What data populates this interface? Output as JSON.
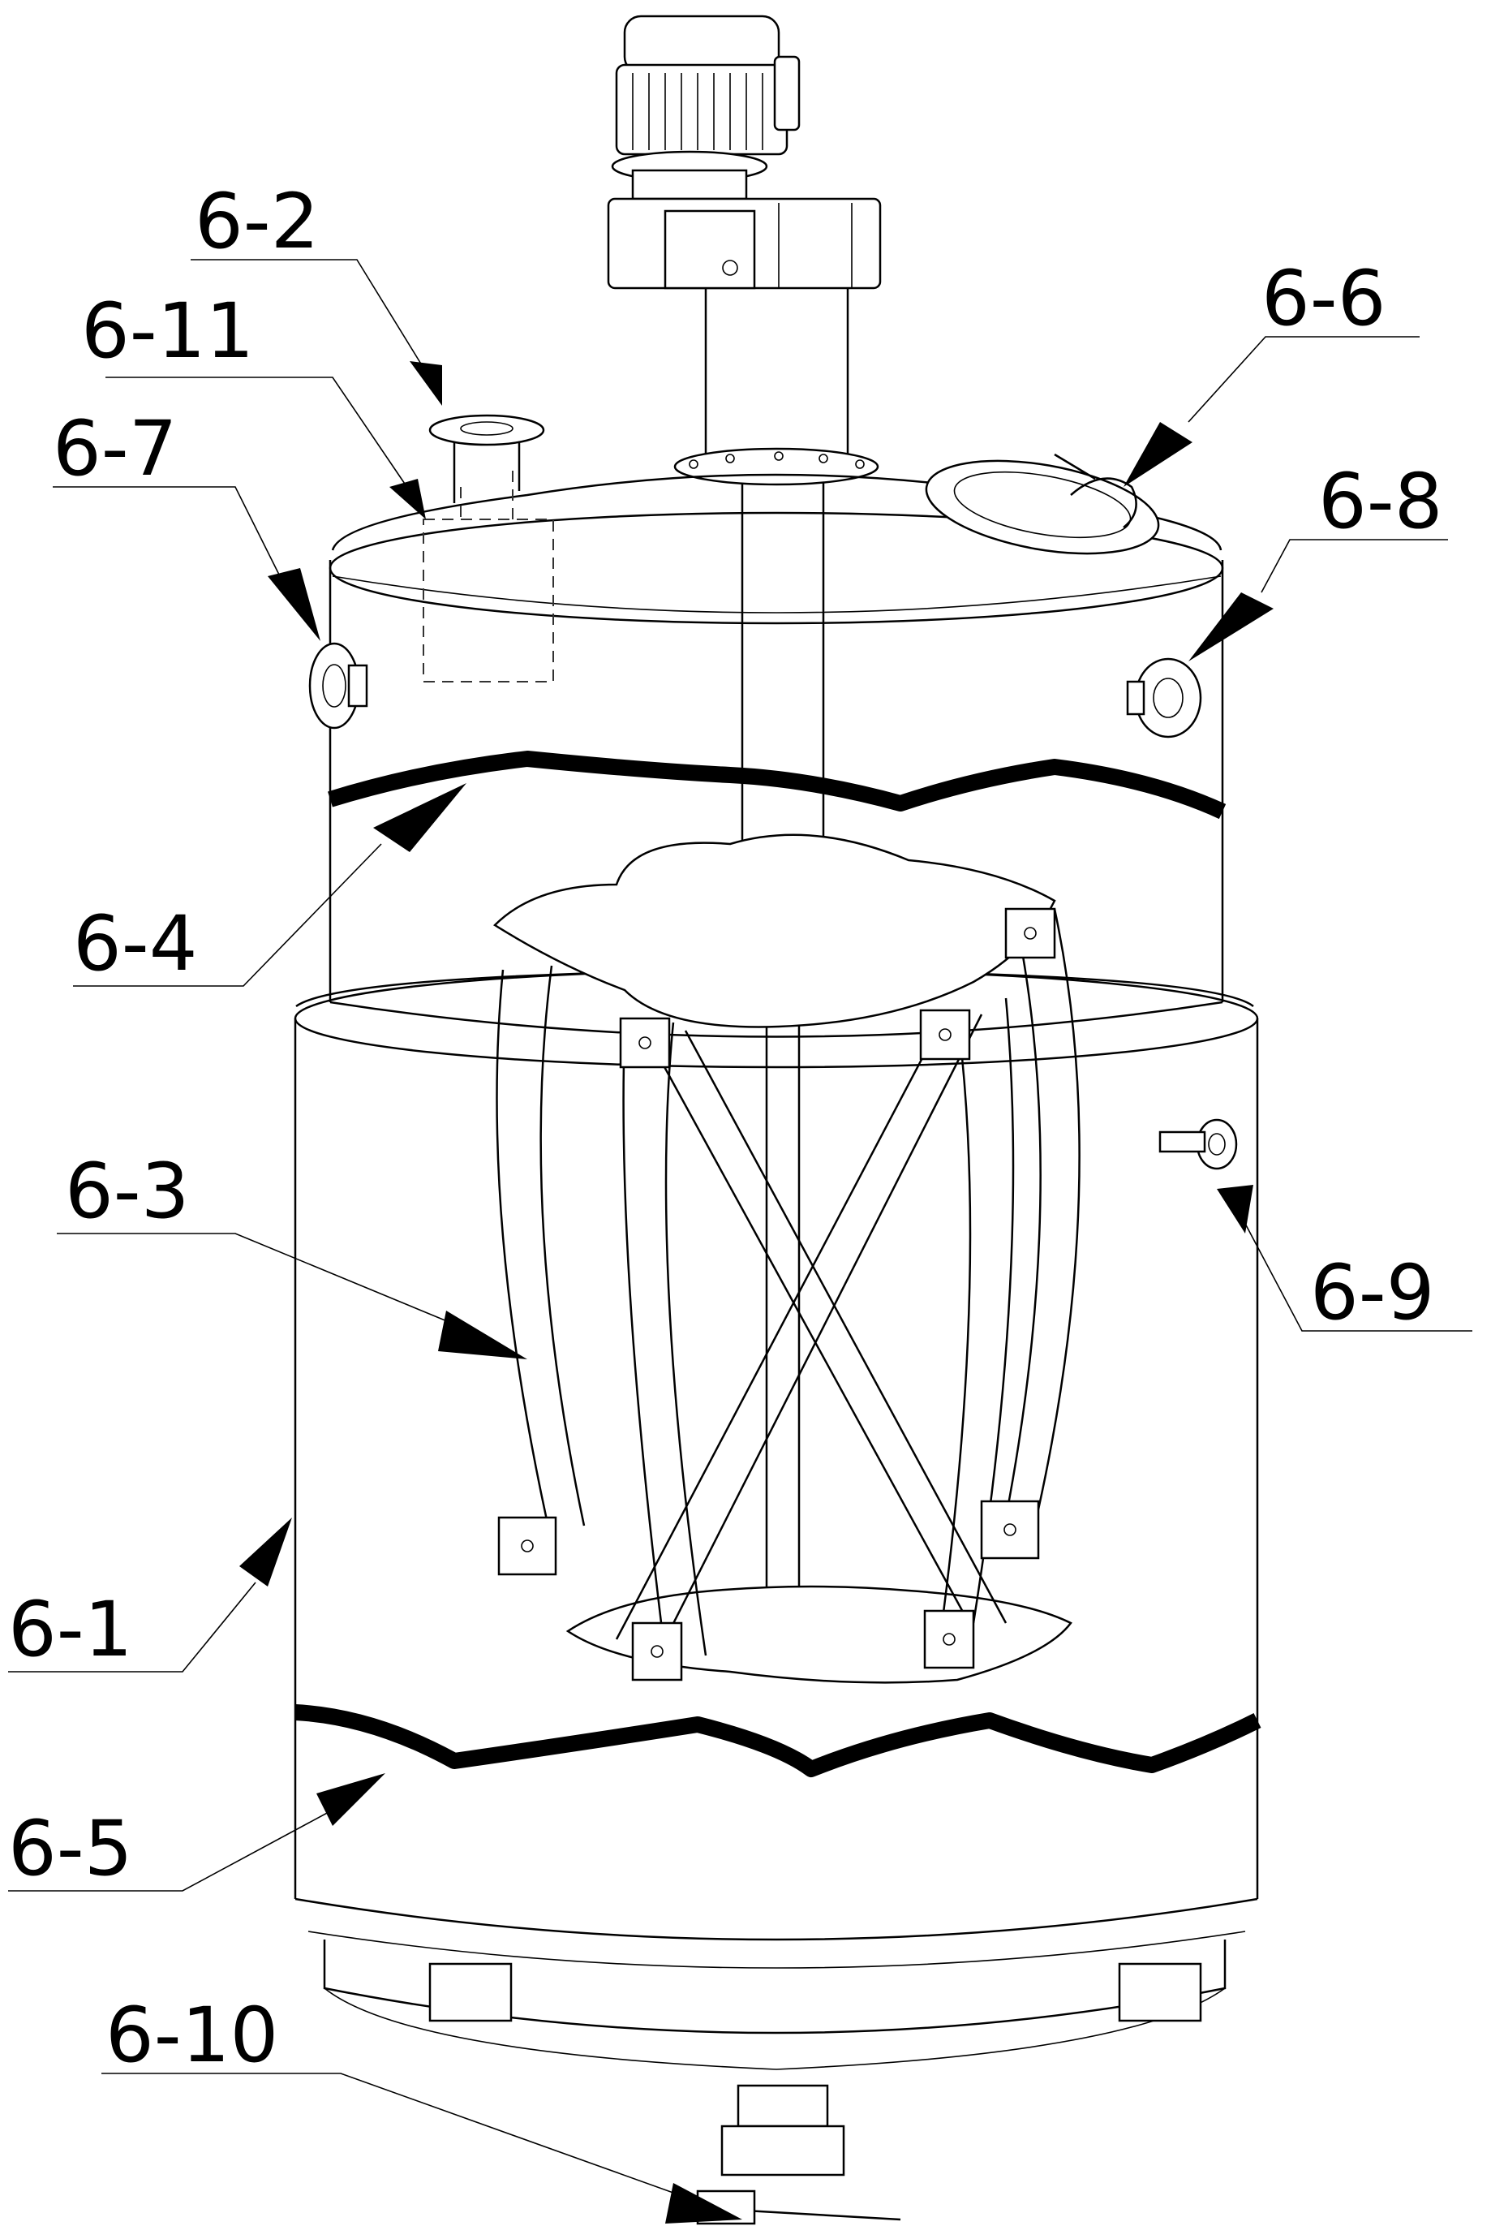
{
  "labels": {
    "l6_1": "6-1",
    "l6_2": "6-2",
    "l6_3": "6-3",
    "l6_4": "6-4",
    "l6_5": "6-5",
    "l6_6": "6-6",
    "l6_7": "6-7",
    "l6_8": "6-8",
    "l6_9": "6-9",
    "l6_10": "6-10",
    "l6_11": "6-11"
  },
  "colors": {
    "ink": "#000000",
    "paper": "#ffffff"
  }
}
